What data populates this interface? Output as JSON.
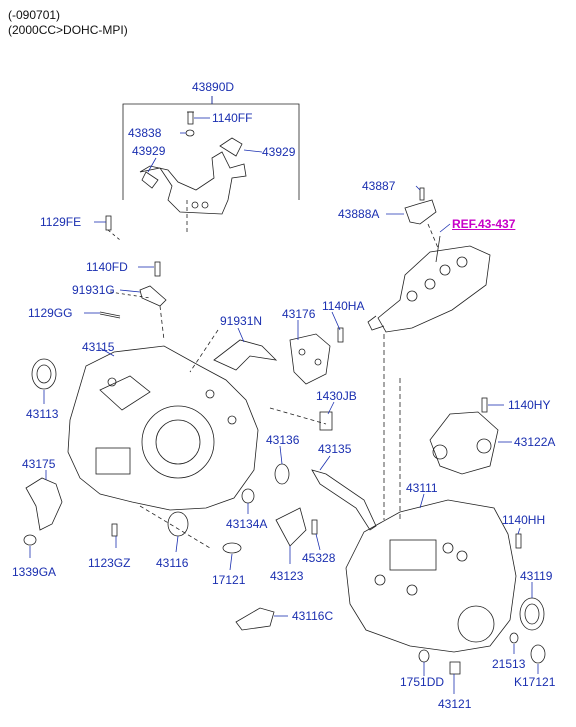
{
  "header": {
    "line1": "(-090701)",
    "line2": "(2000CC>DOHC-MPI)"
  },
  "reference": "REF.43-437",
  "parts": {
    "p43890D": "43890D",
    "p1140FF": "1140FF",
    "p43838": "43838",
    "p43929a": "43929",
    "p43929b": "43929",
    "p1129FE": "1129FE",
    "p43887": "43887",
    "p43888A": "43888A",
    "p1140FD": "1140FD",
    "p91931G": "91931G",
    "p1129GG": "1129GG",
    "p91931N": "91931N",
    "p43176": "43176",
    "p1140HA": "1140HA",
    "p43115": "43115",
    "p43113": "43113",
    "p1430JB": "1430JB",
    "p1140HY": "1140HY",
    "p43136": "43136",
    "p43135": "43135",
    "p43122A": "43122A",
    "p43175": "43175",
    "p43111": "43111",
    "p43134A": "43134A",
    "p1140HH": "1140HH",
    "p1123GZ": "1123GZ",
    "p43116": "43116",
    "p45328": "45328",
    "p43119": "43119",
    "p1339GA": "1339GA",
    "p17121": "17121",
    "p43123": "43123",
    "p43116C": "43116C",
    "p21513": "21513",
    "p1751DD": "1751DD",
    "pK17121": "K17121",
    "p43121": "43121"
  }
}
